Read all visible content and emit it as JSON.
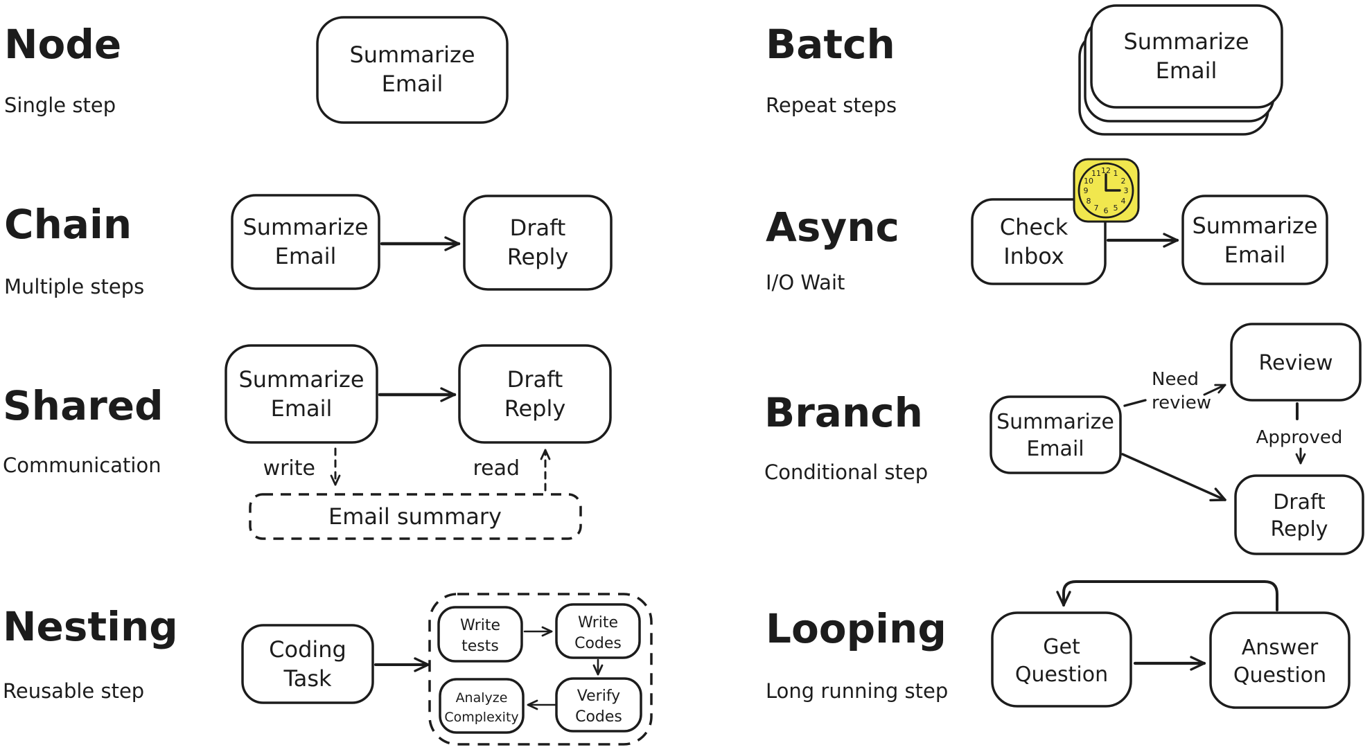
{
  "colors": {
    "background": "#ffffff",
    "ink": "#1c1c1c",
    "clock_fill": "#f1e74e"
  },
  "sections": {
    "node": {
      "title": "Node",
      "subtitle": "Single step",
      "box": {
        "lines": [
          "Summarize",
          "Email"
        ]
      }
    },
    "chain": {
      "title": "Chain",
      "subtitle": "Multiple steps",
      "box1": {
        "lines": [
          "Summarize",
          "Email"
        ]
      },
      "box2": {
        "lines": [
          "Draft",
          "Reply"
        ]
      }
    },
    "shared": {
      "title": "Shared",
      "subtitle": "Communication",
      "box1": {
        "lines": [
          "Summarize",
          "Email"
        ]
      },
      "box2": {
        "lines": [
          "Draft",
          "Reply"
        ]
      },
      "write_label": "write",
      "read_label": "read",
      "store": {
        "label": "Email summary"
      }
    },
    "nesting": {
      "title": "Nesting",
      "subtitle": "Reusable step",
      "task": {
        "lines": [
          "Coding",
          "Task"
        ]
      },
      "write_tests": {
        "lines": [
          "Write",
          "tests"
        ]
      },
      "write_codes": {
        "lines": [
          "Write",
          "Codes"
        ]
      },
      "verify_codes": {
        "lines": [
          "Verify",
          "Codes"
        ]
      },
      "analyze_complexity": {
        "lines": [
          "Analyze",
          "Complexity"
        ]
      }
    },
    "batch": {
      "title": "Batch",
      "subtitle": "Repeat steps",
      "box": {
        "lines": [
          "Summarize",
          "Email"
        ]
      }
    },
    "async": {
      "title": "Async",
      "subtitle": "I/O Wait",
      "box1": {
        "lines": [
          "Check",
          "Inbox"
        ]
      },
      "box2": {
        "lines": [
          "Summarize",
          "Email"
        ]
      },
      "clock": {
        "numbers": [
          "12",
          "1",
          "2",
          "3",
          "4",
          "5",
          "6",
          "7",
          "8",
          "9",
          "10",
          "11"
        ]
      }
    },
    "branch": {
      "title": "Branch",
      "subtitle": "Conditional step",
      "source": {
        "lines": [
          "Summarize",
          "Email"
        ]
      },
      "review": {
        "label": "Review"
      },
      "draft": {
        "lines": [
          "Draft",
          "Reply"
        ]
      },
      "need_review": {
        "lines": [
          "Need",
          "review"
        ]
      },
      "approved_label": "Approved"
    },
    "looping": {
      "title": "Looping",
      "subtitle": "Long running step",
      "box1": {
        "lines": [
          "Get",
          "Question"
        ]
      },
      "box2": {
        "lines": [
          "Answer",
          "Question"
        ]
      }
    }
  }
}
